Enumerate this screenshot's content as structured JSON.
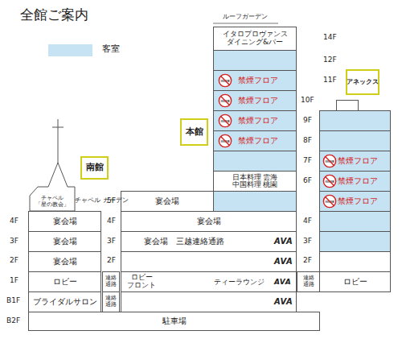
{
  "diagram": {
    "title": "全館ご案内",
    "nodes": [
      {
        "text": [
          "イタロプロヴァンス ダイニング&バー"
        ]
      },
      {
        "text": [
          "本館"
        ]
      },
      {
        "text": [
          "禁煙フロア"
        ]
      },
      {
        "text": [
          "禁煙フロア"
        ]
      },
      {
        "text": [
          "禁煙フロア"
        ]
      },
      {
        "text": [
          "禁煙フロア"
        ]
      },
      {
        "text": [
          "南館"
        ]
      },
      {
        "text": [
          "日本料理 雲海",
          "中国料理 桃園"
        ]
      },
      {
        "text": [
          "アネックス"
        ]
      },
      {
        "text": [
          "禁煙フロア"
        ]
      },
      {
        "text": [
          "禁煙フロア"
        ]
      },
      {
        "text": [
          "禁煙フロア"
        ]
      },
      {
        "text": [
          "チャペル 「星の教会」"
        ]
      },
      {
        "text": [
          "宴会場"
        ]
      },
      {
        "text": [
          "宴会場"
        ]
      },
      {
        "text": [
          "宴会場"
        ]
      },
      {
        "text": [
          "宴会場"
        ]
      },
      {
        "text": [
          "宴会場",
          "三越連絡通路",
          "AVA"
        ]
      },
      {
        "text": [
          "宴会場"
        ]
      },
      {
        "text": [
          "AVA"
        ]
      },
      {
        "text": [
          "ロビー"
        ]
      },
      {
        "text": [
          "連絡 通路"
        ]
      },
      {
        "text": [
          "ロビー フロント",
          "ティーラウンジ",
          "AVA"
        ]
      },
      {
        "text": [
          "連絡 通路"
        ]
      },
      {
        "text": [
          "ロビー"
        ]
      },
      {
        "text": [
          "ブライダルサロン"
        ]
      },
      {
        "text": [
          "連絡 通路"
        ]
      },
      {
        "text": [
          "AVA"
        ]
      },
      {
        "text": [
          "駐車場"
        ]
      }
    ],
    "labels": [
      "ルーフガーデン",
      "14F",
      "12F",
      "11F",
      "10F",
      "9F",
      "8F",
      "7F",
      "6F",
      "5F",
      "4F",
      "3F",
      "2F",
      "4F",
      "3F",
      "2F",
      "4F",
      "3F",
      "2F",
      "1F",
      "B1F",
      "B2F",
      "チャペル ガーデン"
    ],
    "legend": [
      {
        "text": "客室",
        "color": "#c6e3f3"
      }
    ]
  }
}
